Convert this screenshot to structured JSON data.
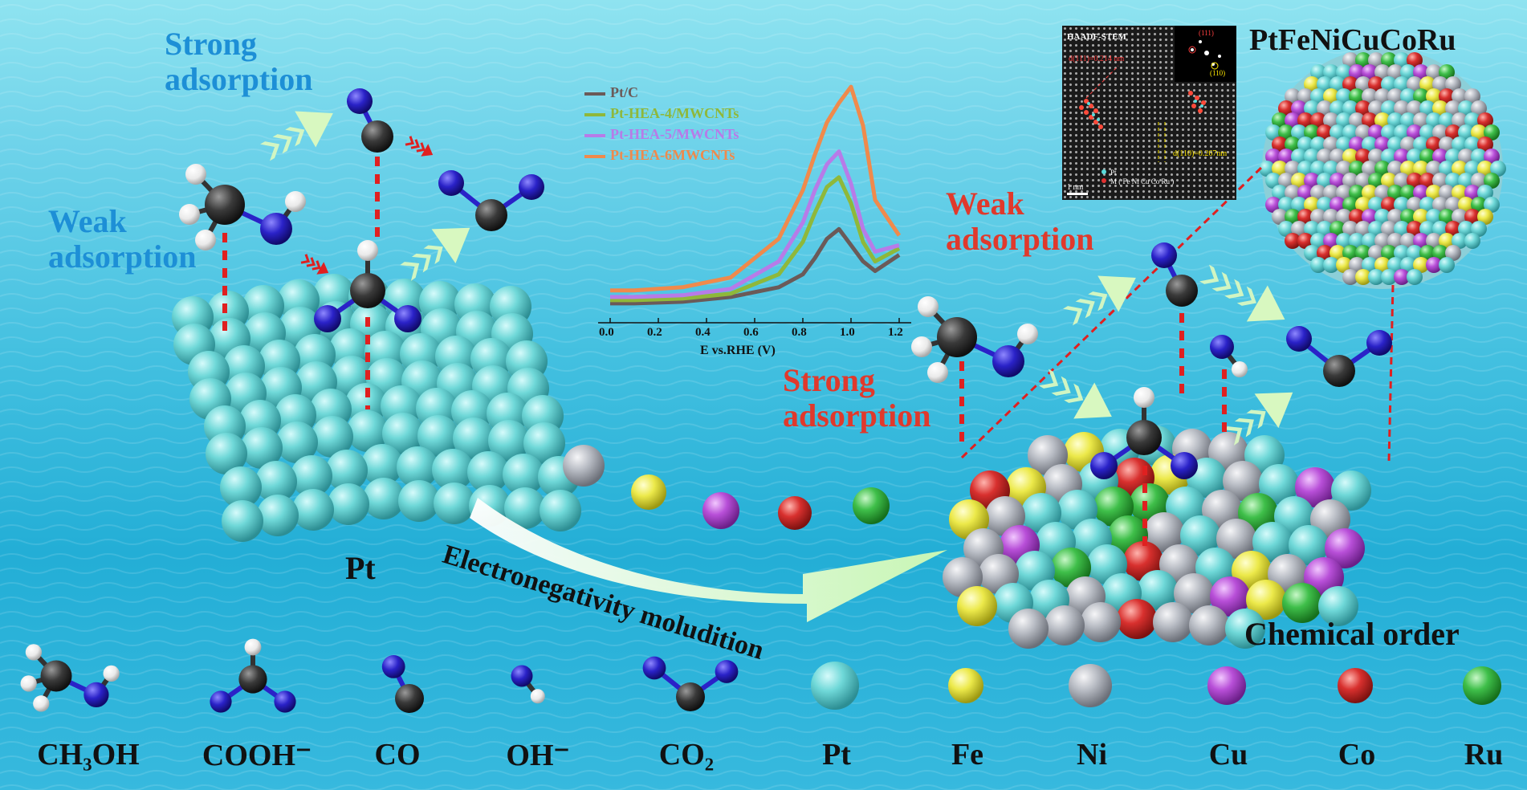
{
  "labels": {
    "strong_adsorption_left": [
      "Strong",
      "adsorption"
    ],
    "weak_adsorption_left": [
      "Weak",
      "adsorption"
    ],
    "weak_adsorption_right": [
      "Weak",
      "adsorption"
    ],
    "strong_adsorption_right": [
      "Strong",
      "adsorption"
    ],
    "pt_cluster": "Pt",
    "hea_title": "PtFeNiCuCoRu",
    "electronegativity": "Electronegativity  moludition",
    "chemical_order": "Chemical order"
  },
  "tem_inset": {
    "title": "HAADF-STEM",
    "d_red": "d(111)=0.214 nm",
    "d_yellow": "d(110)=0.267nm",
    "fft_labels": [
      "(111)",
      "(110)"
    ],
    "scale_bar": "1 nm",
    "legend": [
      "Pt",
      "M ( Fe Ni Cu Co Ru )"
    ]
  },
  "chart_data": {
    "type": "line",
    "xlabel": "E vs.RHE (V)",
    "ylabel": "",
    "xlim": [
      -0.05,
      1.25
    ],
    "x_ticks": [
      "0.0",
      "0.2",
      "0.4",
      "0.6",
      "0.8",
      "1.0",
      "1.2"
    ],
    "series": [
      {
        "name": "Pt/C",
        "color": "#6b5a58",
        "x": [
          0.0,
          0.1,
          0.3,
          0.5,
          0.7,
          0.8,
          0.85,
          0.9,
          0.95,
          1.0,
          1.05,
          1.1,
          1.2
        ],
        "y": [
          0.3,
          0.3,
          0.35,
          0.5,
          0.8,
          1.2,
          1.7,
          2.3,
          2.6,
          2.1,
          1.6,
          1.3,
          1.8
        ]
      },
      {
        "name": "Pt-HEA-4/MWCNTs",
        "color": "#8fb83a",
        "x": [
          0.0,
          0.1,
          0.3,
          0.5,
          0.7,
          0.8,
          0.85,
          0.9,
          0.95,
          1.0,
          1.05,
          1.1,
          1.2
        ],
        "y": [
          0.4,
          0.4,
          0.45,
          0.6,
          1.2,
          2.2,
          3.1,
          3.9,
          4.2,
          3.4,
          2.2,
          1.6,
          2.0
        ]
      },
      {
        "name": "Pt-HEA-5/MWCNTs",
        "color": "#b77be8",
        "x": [
          0.0,
          0.1,
          0.3,
          0.5,
          0.7,
          0.8,
          0.85,
          0.9,
          0.95,
          1.0,
          1.05,
          1.1,
          1.2
        ],
        "y": [
          0.5,
          0.5,
          0.55,
          0.75,
          1.6,
          2.8,
          3.8,
          4.6,
          5.0,
          4.0,
          2.6,
          1.9,
          2.1
        ]
      },
      {
        "name": "Pt-HEA-6MWCNTs",
        "color": "#ef8a4c",
        "x": [
          0.0,
          0.1,
          0.3,
          0.5,
          0.7,
          0.8,
          0.85,
          0.9,
          0.95,
          1.0,
          1.05,
          1.1,
          1.2
        ],
        "y": [
          0.7,
          0.7,
          0.8,
          1.1,
          2.3,
          3.8,
          4.9,
          5.9,
          6.5,
          7.0,
          5.8,
          3.5,
          2.4
        ]
      }
    ]
  },
  "legend_row": [
    {
      "label": "CH₃OH",
      "icon": "methanol-molecule"
    },
    {
      "label": "COOH⁻",
      "icon": "formate-molecule"
    },
    {
      "label": "CO",
      "icon": "co-molecule"
    },
    {
      "label": "OH⁻",
      "icon": "hydroxide-molecule"
    },
    {
      "label": "CO₂",
      "icon": "co2-molecule"
    },
    {
      "label": "Pt",
      "icon": "pt-atom",
      "color": "#6fd8d8"
    },
    {
      "label": "Fe",
      "icon": "fe-atom",
      "color": "#ece94a"
    },
    {
      "label": "Ni",
      "icon": "ni-atom",
      "color": "#b8bcc4"
    },
    {
      "label": "Cu",
      "icon": "cu-atom",
      "color": "#b84fd8"
    },
    {
      "label": "Co",
      "icon": "co-atom",
      "color": "#d8302e"
    },
    {
      "label": "Ru",
      "icon": "ru-atom",
      "color": "#3fbf4a"
    }
  ],
  "colors": {
    "pt": "#6fd8d8",
    "fe": "#ece94a",
    "ni": "#b8bcc4",
    "cu": "#b84fd8",
    "co": "#d8302e",
    "ru": "#3fbf4a",
    "carbon": "#3a3a3a",
    "oxygen": "#2a22c8",
    "hydrogen": "#f4f4f4",
    "arrow": "#d8f8c0",
    "bond_dash": "#e02020"
  }
}
